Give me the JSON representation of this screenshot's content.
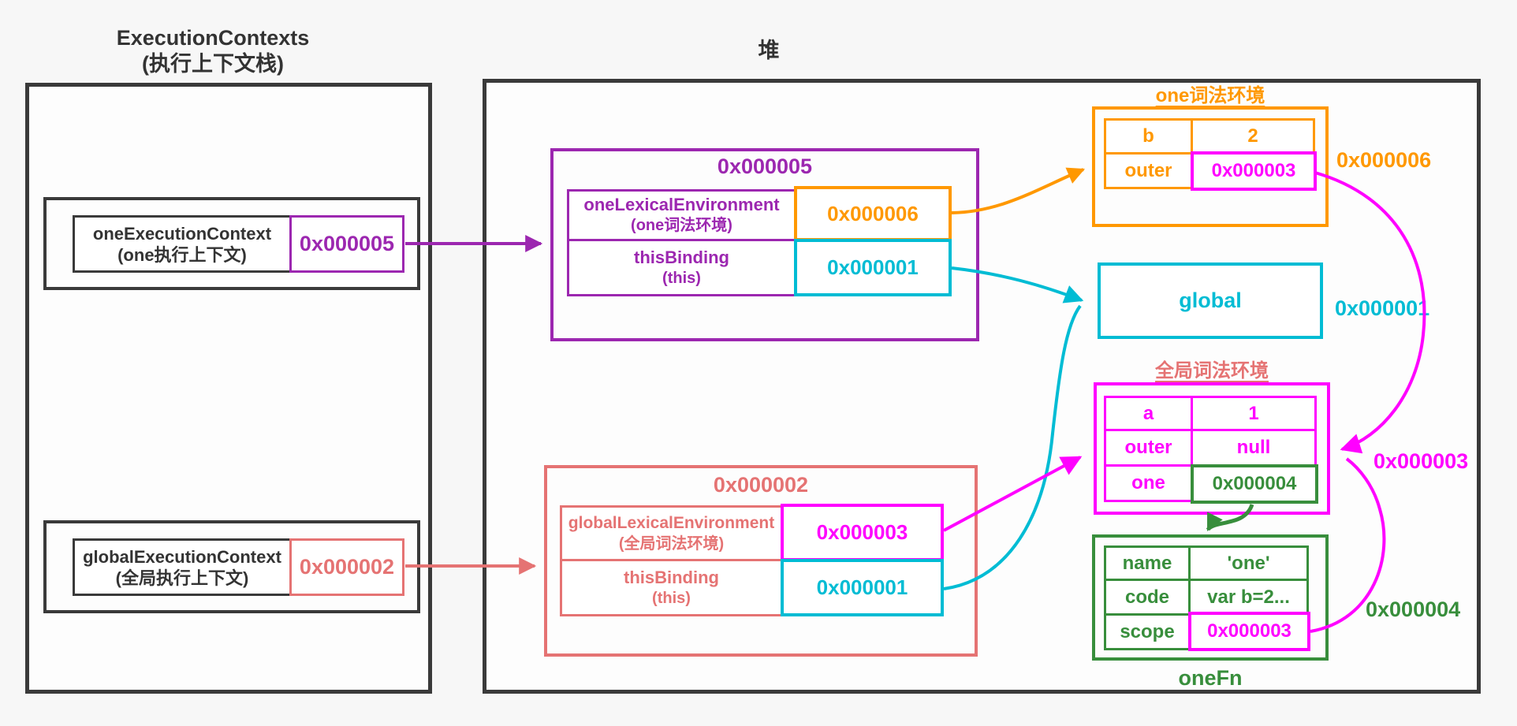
{
  "colors": {
    "purple": "#9c27b0",
    "salmon": "#e57373",
    "orange": "#ff9800",
    "cyan": "#00bcd4",
    "magenta": "#ff00ff",
    "green": "#388e3c",
    "panel_border": "#3a3a3a",
    "background": "#f7f7f7"
  },
  "stack": {
    "title1": "ExecutionContexts",
    "title2": "(执行上下文栈)",
    "one": {
      "name": "oneExecutionContext",
      "name_cn": "(one执行上下文)",
      "addr": "0x000005"
    },
    "global": {
      "name": "globalExecutionContext",
      "name_cn": "(全局执行上下文)",
      "addr": "0x000002"
    }
  },
  "heap": {
    "title": "堆",
    "oneCtx": {
      "title": "0x000005",
      "row1": "oneLexicalEnvironment",
      "row1_cn": "(one词法环境)",
      "row1_val": "0x000006",
      "row2": "thisBinding",
      "row2_cn": "(this)",
      "row2_val": "0x000001"
    },
    "globalCtx": {
      "title": "0x000002",
      "row1": "globalLexicalEnvironment",
      "row1_cn": "(全局词法环境)",
      "row1_val": "0x000003",
      "row2": "thisBinding",
      "row2_cn": "(this)",
      "row2_val": "0x000001"
    },
    "oneEnv": {
      "title": "one词法环境",
      "addr": "0x000006",
      "k1": "b",
      "v1": "2",
      "k2": "outer",
      "v2": "0x000003"
    },
    "globalObj": {
      "label": "global",
      "addr": "0x000001"
    },
    "globalEnv": {
      "title": "全局词法环境",
      "addr": "0x000003",
      "k1": "a",
      "v1": "1",
      "k2": "outer",
      "v2": "null",
      "k3": "one",
      "v3": "0x000004"
    },
    "oneFn": {
      "label": "oneFn",
      "addr": "0x000004",
      "k1": "name",
      "v1": "'one'",
      "k2": "code",
      "v2": "var b=2...",
      "k3": "scope",
      "v3": "0x000003"
    }
  }
}
